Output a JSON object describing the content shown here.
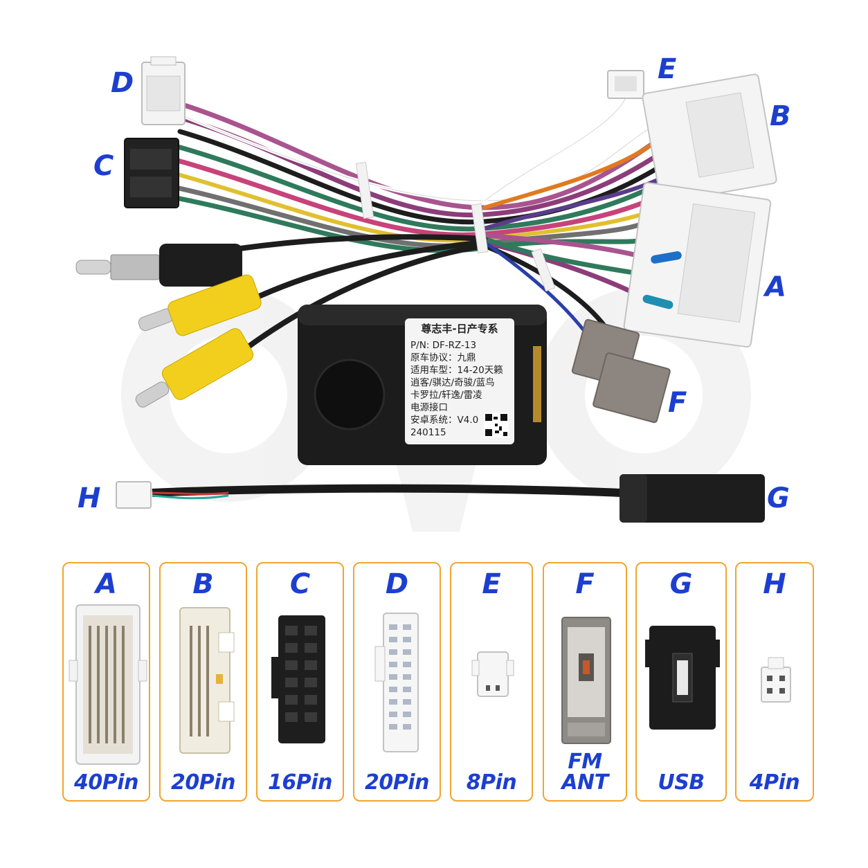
{
  "callouts": {
    "D": "D",
    "C": "C",
    "E": "E",
    "B": "B",
    "A": "A",
    "F": "F",
    "H": "H",
    "G": "G"
  },
  "module_label": {
    "title": "尊志丰-日产专系",
    "pn": "P/N: DF-RZ-13",
    "protocol": "原车协议：九鼎",
    "models": "适用车型：14-20天籁",
    "models2": "逍客/骐达/奇骏/蓝鸟",
    "models3": "卡罗拉/轩逸/雷凌",
    "line7": "电源接口",
    "system": "安卓系统：V4.0",
    "date": "240115"
  },
  "connectors": [
    {
      "letter": "A",
      "pins": "40Pin"
    },
    {
      "letter": "B",
      "pins": "20Pin"
    },
    {
      "letter": "C",
      "pins": "16Pin"
    },
    {
      "letter": "D",
      "pins": "20Pin"
    },
    {
      "letter": "E",
      "pins": "8Pin"
    },
    {
      "letter": "F",
      "pins": "FM ANT"
    },
    {
      "letter": "G",
      "pins": "USB"
    },
    {
      "letter": "H",
      "pins": "4Pin"
    }
  ],
  "colors": {
    "accent_border": "#f0a530",
    "letter_blue": "#1d3fcf"
  }
}
